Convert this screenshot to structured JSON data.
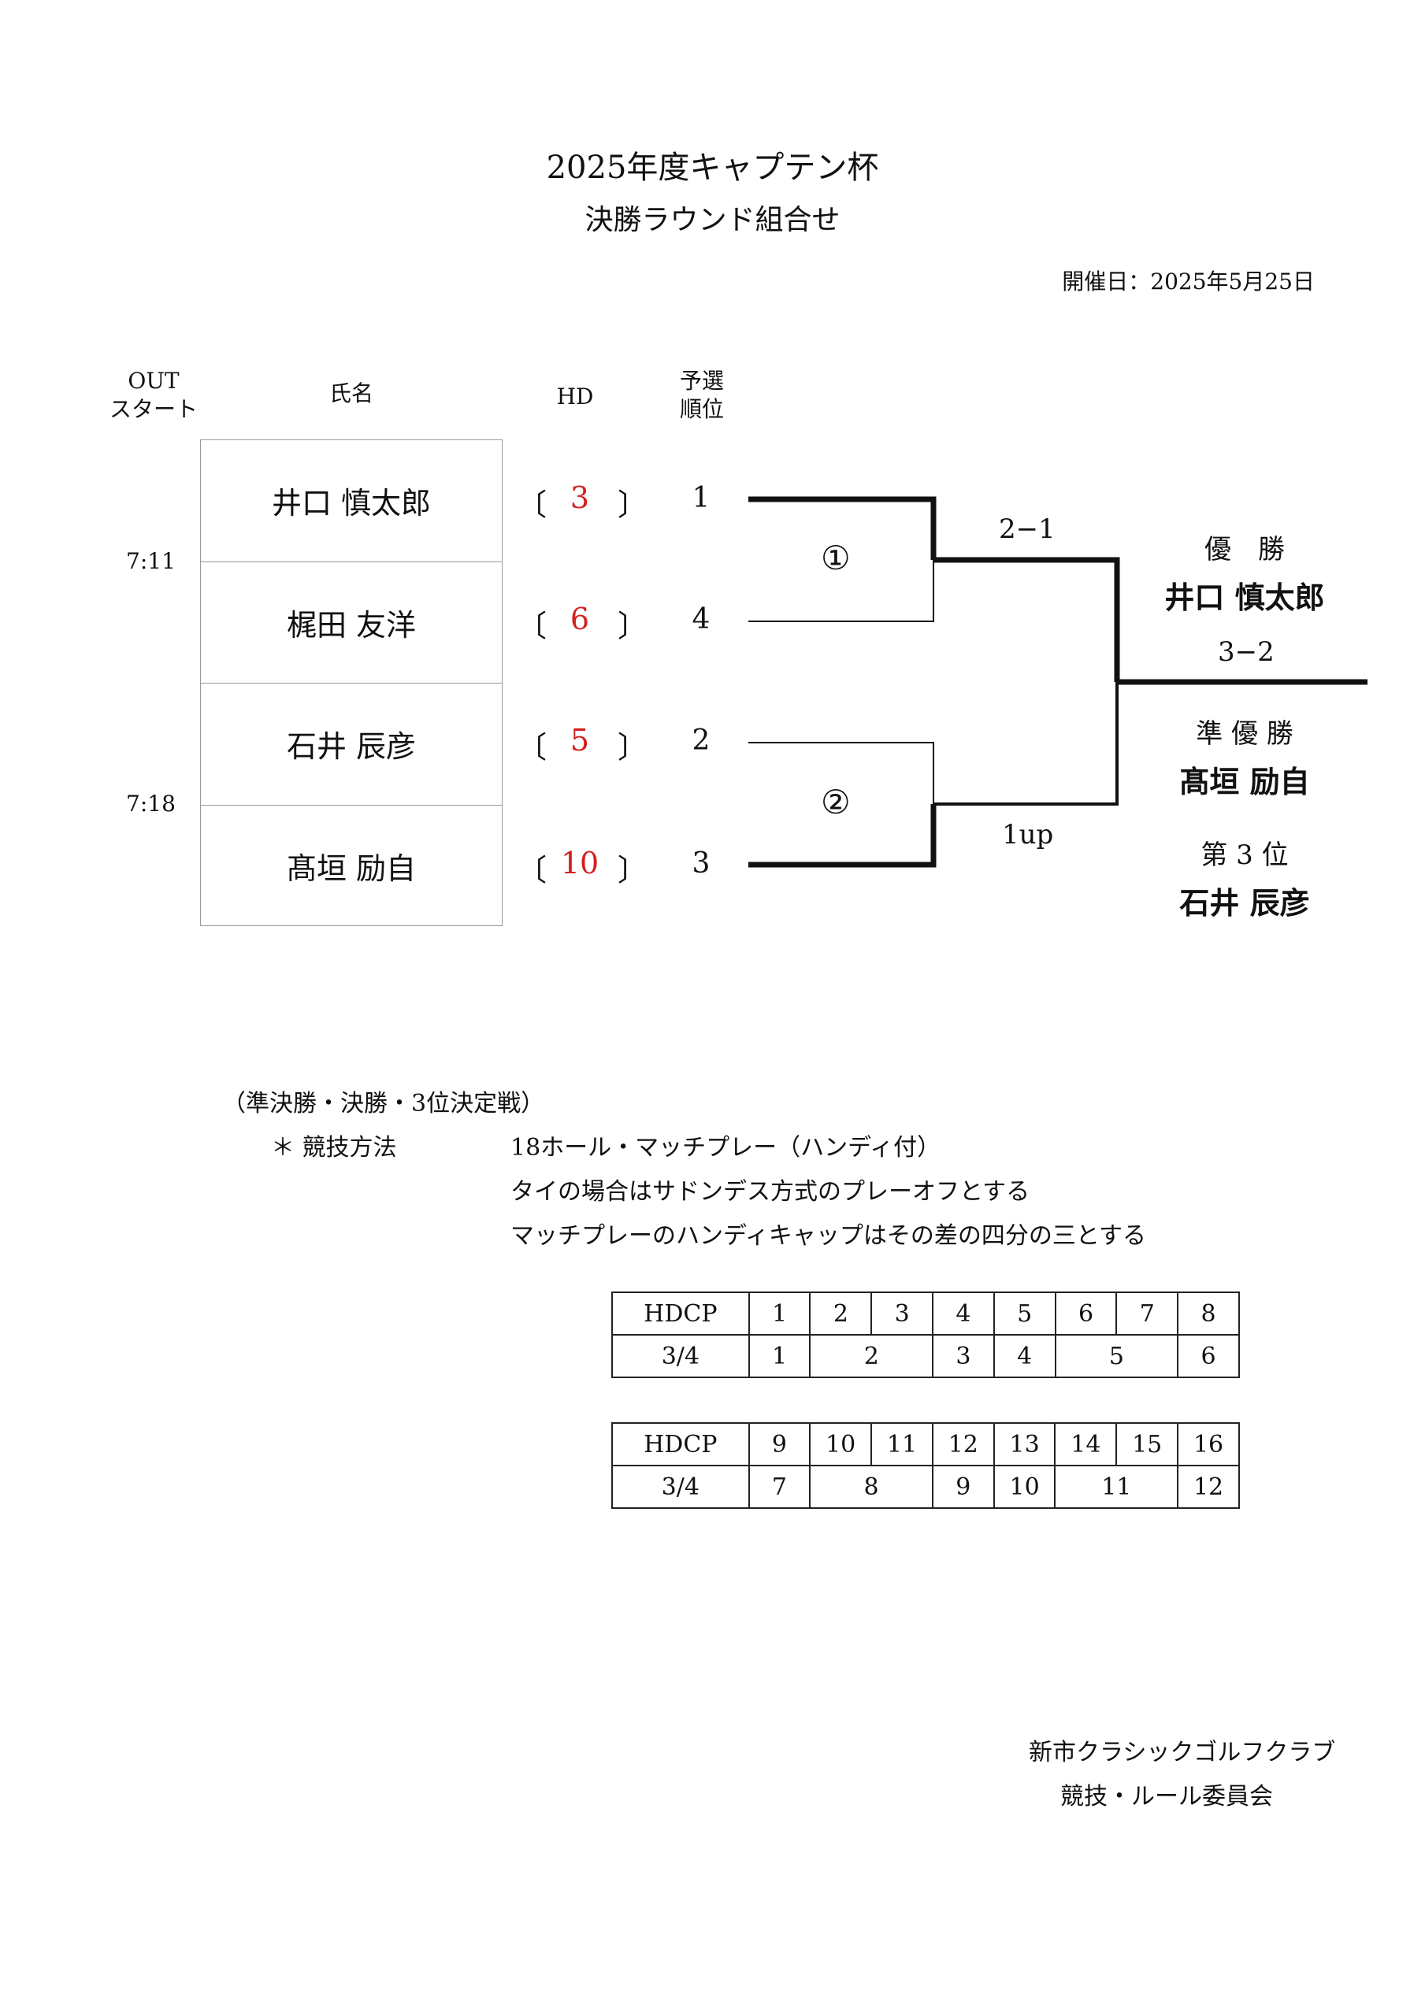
{
  "title": "2025年度キャプテン杯",
  "subtitle": "決勝ラウンド組合せ",
  "date": "開催日：2025年5月25日",
  "headers": {
    "out_start_line1": "OUT",
    "out_start_line2": "スタート",
    "name": "氏名",
    "hd": "HD",
    "rank_line1": "予選",
    "rank_line2": "順位"
  },
  "bracket_marks": {
    "left": "〔",
    "right": "〕"
  },
  "players": [
    {
      "name": "井口 慎太郎",
      "hd": "3",
      "rank": "1"
    },
    {
      "name": "梶田 友洋",
      "hd": "6",
      "rank": "4"
    },
    {
      "name": "石井 辰彦",
      "hd": "5",
      "rank": "2"
    },
    {
      "name": "髙垣 励自",
      "hd": "10",
      "rank": "3"
    }
  ],
  "start_times": [
    "7:11",
    "7:18"
  ],
  "matches": [
    {
      "label": "①",
      "score": "2−1"
    },
    {
      "label": "②",
      "score": "1up"
    }
  ],
  "final_score": "3−2",
  "results": {
    "winner_label": "優　勝",
    "winner_name": "井口 慎太郎",
    "runner_up_label": "準 優 勝",
    "runner_up_name": "髙垣 励自",
    "third_label": "第 3 位",
    "third_name": "石井 辰彦"
  },
  "notes": {
    "heading": "（準決勝・決勝・3位決定戦）",
    "method_label": "＊ 競技方法",
    "lines": [
      "18ホール・マッチプレー（ハンディ付）",
      "タイの場合はサドンデス方式のプレーオフとする",
      "マッチプレーのハンディキャップはその差の四分の三とする"
    ]
  },
  "hdcp_tables": [
    {
      "header": "HDCP",
      "hdcp": [
        "1",
        "2",
        "3",
        "4",
        "5",
        "6",
        "7",
        "8"
      ],
      "row2_label": "3/4",
      "row2": [
        "1",
        "2",
        "3",
        "4",
        "5",
        "6"
      ]
    },
    {
      "header": "HDCP",
      "hdcp": [
        "9",
        "10",
        "11",
        "12",
        "13",
        "14",
        "15",
        "16"
      ],
      "row2_label": "3/4",
      "row2": [
        "7",
        "8",
        "9",
        "10",
        "11",
        "12"
      ]
    }
  ],
  "footer": {
    "line1": "新市クラシックゴルフクラブ",
    "line2": "競技・ルール委員会"
  }
}
